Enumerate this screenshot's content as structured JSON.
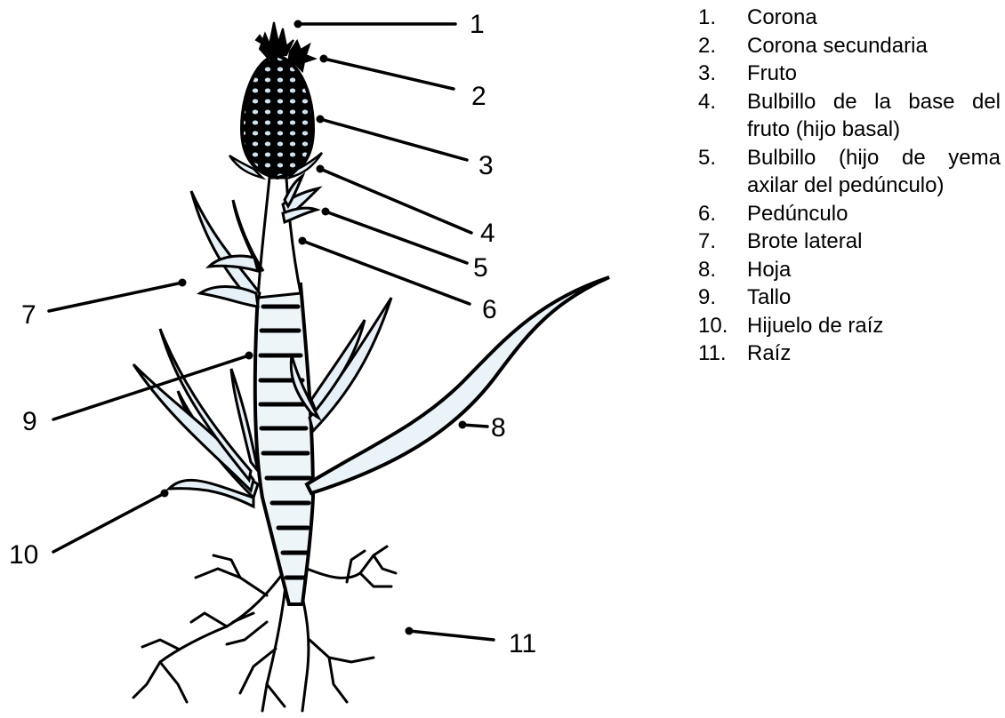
{
  "callouts": [
    "1",
    "2",
    "3",
    "4",
    "5",
    "6",
    "7",
    "8",
    "9",
    "10",
    "11"
  ],
  "legend": [
    {
      "num": "1.",
      "text": "Corona"
    },
    {
      "num": "2.",
      "text": "Corona secundaria"
    },
    {
      "num": "3.",
      "text": "Fruto"
    },
    {
      "num": "4.",
      "text": "Bulbillo de la base del fruto (hijo basal)"
    },
    {
      "num": "5.",
      "text": "Bulbillo (hijo de yema axilar del pedúnculo)"
    },
    {
      "num": "6.",
      "text": "Pedúnculo"
    },
    {
      "num": "7.",
      "text": "Brote lateral"
    },
    {
      "num": "8.",
      "text": "Hoja"
    },
    {
      "num": "9.",
      "text": "Tallo"
    },
    {
      "num": "10.",
      "text": "Hijuelo de raíz"
    },
    {
      "num": "11.",
      "text": "Raíz"
    }
  ],
  "colors": {
    "ink": "#000000",
    "leaf-tint": "#6fa8c8"
  }
}
